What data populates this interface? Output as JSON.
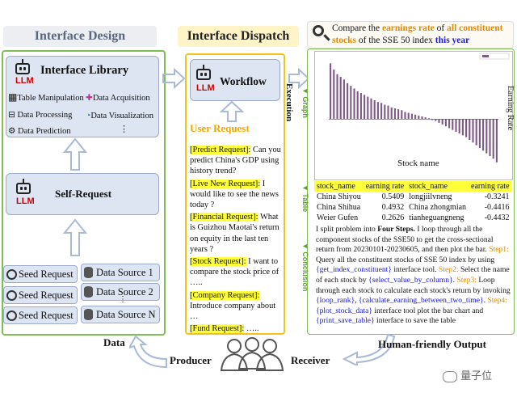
{
  "headers": {
    "interface_design": "Interface Design",
    "interface_dispatch": "Interface Dispatch",
    "query_pre": "Compare the ",
    "query_hl1": "earnings rate",
    "query_mid": " of ",
    "query_hl2": "all constituent",
    "query_line2_pre": "stocks",
    "query_line2_mid": " of the SSE 50 index ",
    "query_hl3": "this year"
  },
  "interface_library": {
    "title": "Interface Library",
    "llm": "LLM",
    "tools": [
      {
        "icon": "table-icon",
        "label": "Table Manipulation"
      },
      {
        "icon": "data-acquisition-icon",
        "label": "Data Acquisition"
      },
      {
        "icon": "data-processing-icon",
        "label": "Data Processing"
      },
      {
        "icon": "data-visualization-icon",
        "label": "Data Visualization"
      },
      {
        "icon": "data-prediction-icon",
        "label": "Data Prediction"
      }
    ],
    "ellipsis": "⋮"
  },
  "self_request": {
    "title": "Self-Request",
    "llm": "LLM"
  },
  "seeds": [
    "Seed Request",
    "Seed Request",
    "Seed Request"
  ],
  "sources": [
    "Data Source 1",
    "Data Source 2",
    "Data Source N"
  ],
  "sources_ellipsis": "⋮",
  "workflow": {
    "title": "Workflow",
    "llm": "LLM"
  },
  "execution_label": "Execution",
  "user_request": {
    "title": "User Request",
    "items": [
      {
        "tag": "[Predict Request]:",
        "text": " Can you predict China's GDP using history trend?"
      },
      {
        "tag": "[Live New Request]:",
        "text": " I would like to see the news today ?"
      },
      {
        "tag": "[Financial Request]:",
        "text": " What is Guizhou Maotai's return on equity in the last ten years ?"
      },
      {
        "tag": "[Stock Request]:",
        "text": " I want to compare the stock price of ….."
      },
      {
        "tag": "[Company Request]:",
        "text": " Introduce company about …"
      },
      {
        "tag": "[Fund Request]:",
        "text": " ….."
      }
    ]
  },
  "side_labels": {
    "graph": "Graph",
    "table": "Table",
    "conclusion": "Conclusion"
  },
  "chart_data": {
    "type": "bar",
    "xlabel": "Stock name",
    "ylabel": "Earning Rate",
    "values": [
      0.62,
      0.55,
      0.5,
      0.47,
      0.44,
      0.4,
      0.37,
      0.34,
      0.31,
      0.29,
      0.27,
      0.25,
      0.23,
      0.21,
      0.19,
      0.18,
      0.16,
      0.15,
      0.13,
      0.12,
      0.11,
      0.1,
      0.08,
      0.07,
      0.06,
      0.05,
      0.04,
      0.03,
      0.02,
      0.01,
      -0.01,
      -0.02,
      -0.04,
      -0.06,
      -0.08,
      -0.1,
      -0.12,
      -0.14,
      -0.16,
      -0.18,
      -0.2,
      -0.23,
      -0.26,
      -0.29,
      -0.32,
      -0.35,
      -0.38,
      -0.41,
      -0.44,
      -0.48
    ],
    "ylim": [
      -0.5,
      0.65
    ],
    "grid": false
  },
  "result_table": {
    "headers": [
      "stock_name",
      "earning rate",
      "stock_name",
      "earning rate"
    ],
    "rows": [
      [
        "China Shiyou",
        "0.5409",
        "longjiilvneng",
        "-0.3241"
      ],
      [
        "China Shihua",
        "0.4932",
        "China zhongmian",
        "-0.4416"
      ],
      [
        "Weier Gufen",
        "0.2626",
        "tianheguangneng",
        "-0.4432"
      ]
    ]
  },
  "conclusion": {
    "intro_pre": "I split problem into ",
    "intro_bold": "Four Steps.",
    "intro_post": " I loop through all the component stocks of the SSE50 to get the cross-sectional return from 20230101-20230605, and then plot the bar.",
    "step1": "Step1:",
    "step1_text": " Query all the constituent stocks of SSE 50 index by using ",
    "step1_fn": "{get_index_constituent}",
    "step1_post": " interface tool. ",
    "step2": "Step2:",
    "step2_text": " Select the name of each stock by ",
    "step2_fn": "{select_value_by_column}",
    "step2_post": ".",
    "step3": "Step3:",
    "step3_text": " Loop through each stock to calculate each stock's return by invoking ",
    "step3_fn1": "{loop_rank}",
    "step3_mid": ", ",
    "step3_fn2": "{calculate_earning_between_two_time}",
    "step3_post": ". ",
    "step4": "Step4:",
    "step4_fn1": "{plot_stock_data}",
    "step4_text": " interface tool plot the bar chart and ",
    "step4_fn2": "{print_save_table}",
    "step4_post": " interface to save the table"
  },
  "bottom": {
    "data": "Data",
    "producer": "Producer",
    "receiver": "Receiver",
    "output": "Human-friendly Output",
    "watermark": "量子位"
  },
  "colors": {
    "green": "#7dbe55",
    "yellow": "#f0c419",
    "blue_box": "#dde4f2",
    "arrow": "#a9b9d6",
    "bar": "#7d5a86"
  }
}
